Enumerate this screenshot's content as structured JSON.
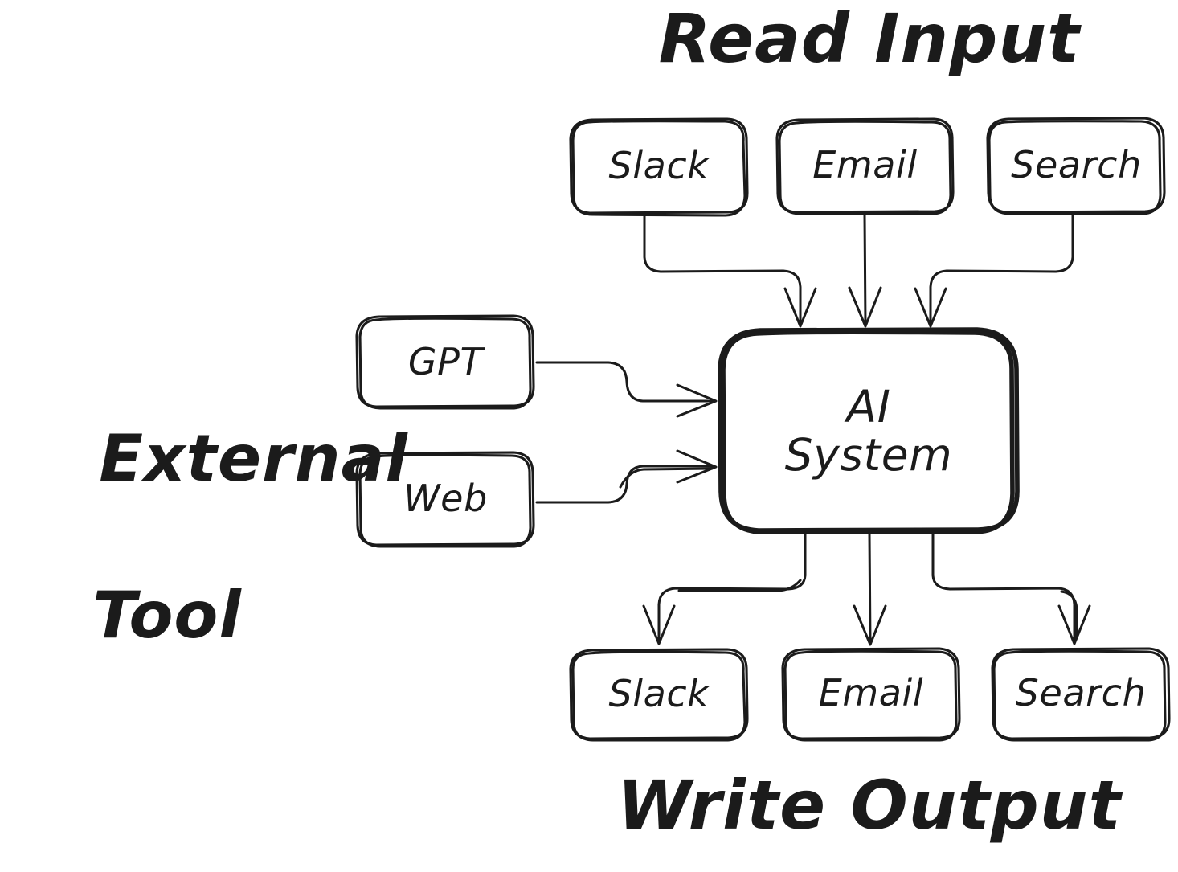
{
  "diagram": {
    "title": "AI System input/output and external tool flow",
    "ink_color": "#1b1b1b",
    "background_color": "#ffffff",
    "style": "hand-drawn sketch"
  },
  "groups": {
    "read_input": {
      "label": "Read Input"
    },
    "write_output": {
      "label": "Write Output"
    },
    "external_tool": {
      "label_line1": "External",
      "label_line2": "Tool"
    }
  },
  "nodes": {
    "center": {
      "label_line1": "AI",
      "label_line2": "System"
    },
    "inputs": [
      {
        "id": "input-slack",
        "label": "Slack"
      },
      {
        "id": "input-email",
        "label": "Email"
      },
      {
        "id": "input-search",
        "label": "Search"
      }
    ],
    "outputs": [
      {
        "id": "output-slack",
        "label": "Slack"
      },
      {
        "id": "output-email",
        "label": "Email"
      },
      {
        "id": "output-search",
        "label": "Search"
      }
    ],
    "tools": [
      {
        "id": "tool-gpt",
        "label": "GPT"
      },
      {
        "id": "tool-web",
        "label": "Web"
      }
    ]
  },
  "edges": [
    {
      "from": "input-slack",
      "to": "center",
      "direction": "down"
    },
    {
      "from": "input-email",
      "to": "center",
      "direction": "down"
    },
    {
      "from": "input-search",
      "to": "center",
      "direction": "down"
    },
    {
      "from": "tool-gpt",
      "to": "center",
      "direction": "right"
    },
    {
      "from": "tool-web",
      "to": "center",
      "direction": "right"
    },
    {
      "from": "center",
      "to": "output-slack",
      "direction": "down"
    },
    {
      "from": "center",
      "to": "output-email",
      "direction": "down"
    },
    {
      "from": "center",
      "to": "output-search",
      "direction": "down"
    }
  ]
}
